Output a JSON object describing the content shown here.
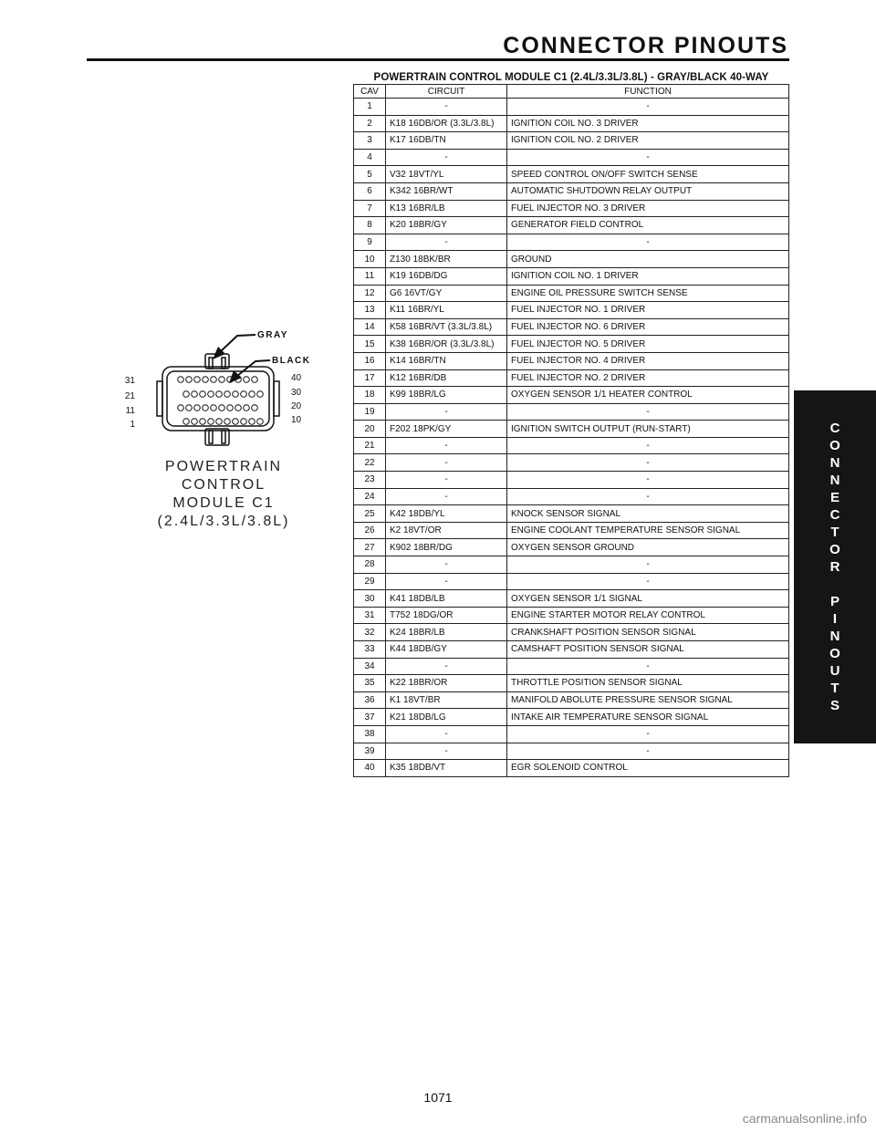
{
  "header": {
    "title": "CONNECTOR PINOUTS"
  },
  "side_tab": {
    "letters": [
      "C",
      "O",
      "N",
      "N",
      "E",
      "C",
      "T",
      "O",
      "R",
      "",
      "P",
      "I",
      "N",
      "O",
      "U",
      "T",
      "S"
    ]
  },
  "table": {
    "title": "POWERTRAIN CONTROL MODULE C1 (2.4L/3.3L/3.8L) - GRAY/BLACK 40-WAY",
    "columns": [
      "CAV",
      "CIRCUIT",
      "FUNCTION"
    ],
    "rows": [
      [
        "1",
        "-",
        "-"
      ],
      [
        "2",
        "K18 16DB/OR (3.3L/3.8L)",
        "IGNITION COIL NO. 3 DRIVER"
      ],
      [
        "3",
        "K17 16DB/TN",
        "IGNITION COIL NO. 2 DRIVER"
      ],
      [
        "4",
        "-",
        "-"
      ],
      [
        "5",
        "V32 18VT/YL",
        "SPEED CONTROL ON/OFF SWITCH SENSE"
      ],
      [
        "6",
        "K342 16BR/WT",
        "AUTOMATIC SHUTDOWN RELAY OUTPUT"
      ],
      [
        "7",
        "K13 16BR/LB",
        "FUEL INJECTOR NO. 3 DRIVER"
      ],
      [
        "8",
        "K20 18BR/GY",
        "GENERATOR FIELD CONTROL"
      ],
      [
        "9",
        "-",
        "-"
      ],
      [
        "10",
        "Z130 18BK/BR",
        "GROUND"
      ],
      [
        "11",
        "K19 16DB/DG",
        "IGNITION COIL NO. 1 DRIVER"
      ],
      [
        "12",
        "G6 16VT/GY",
        "ENGINE OIL PRESSURE SWITCH SENSE"
      ],
      [
        "13",
        "K11 16BR/YL",
        "FUEL INJECTOR NO. 1 DRIVER"
      ],
      [
        "14",
        "K58 16BR/VT (3.3L/3.8L)",
        "FUEL INJECTOR NO. 6 DRIVER"
      ],
      [
        "15",
        "K38 16BR/OR (3.3L/3.8L)",
        "FUEL INJECTOR NO. 5 DRIVER"
      ],
      [
        "16",
        "K14 16BR/TN",
        "FUEL INJECTOR NO. 4 DRIVER"
      ],
      [
        "17",
        "K12 16BR/DB",
        "FUEL INJECTOR NO. 2 DRIVER"
      ],
      [
        "18",
        "K99 18BR/LG",
        "OXYGEN SENSOR 1/1 HEATER CONTROL"
      ],
      [
        "19",
        "-",
        "-"
      ],
      [
        "20",
        "F202 18PK/GY",
        "IGNITION SWITCH OUTPUT (RUN-START)"
      ],
      [
        "21",
        "-",
        "-"
      ],
      [
        "22",
        "-",
        "-"
      ],
      [
        "23",
        "-",
        "-"
      ],
      [
        "24",
        "-",
        "-"
      ],
      [
        "25",
        "K42 18DB/YL",
        "KNOCK SENSOR SIGNAL"
      ],
      [
        "26",
        "K2 18VT/OR",
        "ENGINE COOLANT TEMPERATURE SENSOR SIGNAL"
      ],
      [
        "27",
        "K902 18BR/DG",
        "OXYGEN SENSOR GROUND"
      ],
      [
        "28",
        "-",
        "-"
      ],
      [
        "29",
        "-",
        "-"
      ],
      [
        "30",
        "K41 18DB/LB",
        "OXYGEN SENSOR 1/1 SIGNAL"
      ],
      [
        "31",
        "T752 18DG/OR",
        "ENGINE STARTER MOTOR RELAY CONTROL"
      ],
      [
        "32",
        "K24 18BR/LB",
        "CRANKSHAFT POSITION SENSOR SIGNAL"
      ],
      [
        "33",
        "K44 18DB/GY",
        "CAMSHAFT POSITION SENSOR SIGNAL"
      ],
      [
        "34",
        "-",
        "-"
      ],
      [
        "35",
        "K22 18BR/OR",
        "THROTTLE POSITION SENSOR SIGNAL"
      ],
      [
        "36",
        "K1 18VT/BR",
        "MANIFOLD ABOLUTE PRESSURE SENSOR SIGNAL"
      ],
      [
        "37",
        "K21 18DB/LG",
        "INTAKE AIR TEMPERATURE SENSOR SIGNAL"
      ],
      [
        "38",
        "-",
        "-"
      ],
      [
        "39",
        "-",
        "-"
      ],
      [
        "40",
        "K35 18DB/VT",
        "EGR SOLENOID CONTROL"
      ]
    ]
  },
  "diagram": {
    "label_gray": "GRAY",
    "label_black": "BLACK",
    "left_pins": [
      "31",
      "21",
      "11",
      "1"
    ],
    "right_pins": [
      "40",
      "30",
      "20",
      "10"
    ],
    "caption": [
      "POWERTRAIN",
      "CONTROL",
      "MODULE C1",
      "(2.4L/3.3L/3.8L)"
    ]
  },
  "footer": {
    "page_number": "1071",
    "watermark": "carmanualsonline.info"
  }
}
